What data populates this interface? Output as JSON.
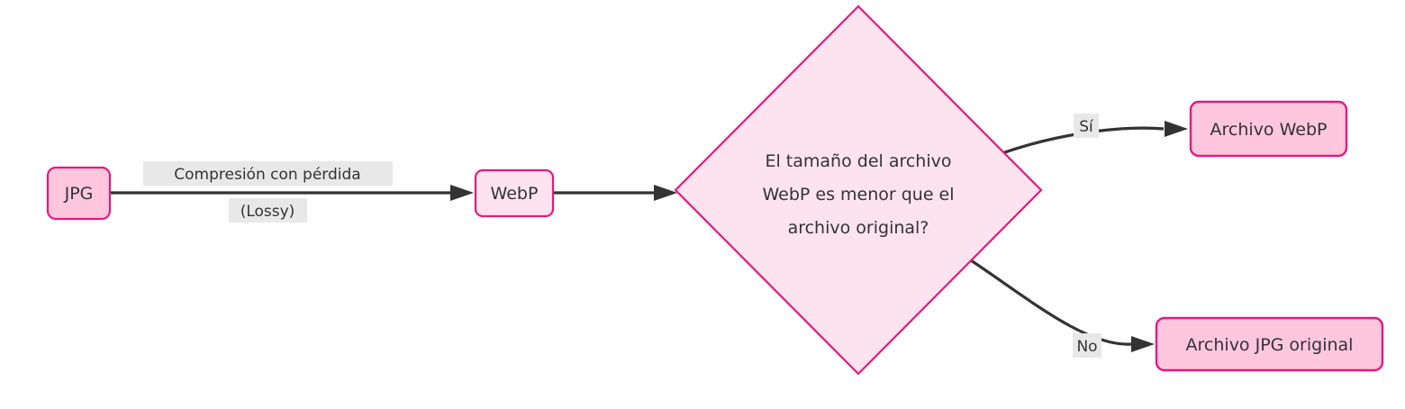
{
  "diagram": {
    "type": "flowchart",
    "direction": "left-to-right",
    "background": "#ffffff",
    "theme": {
      "node_fill_strong": "#ffc7dd",
      "node_fill_soft": "#fde3ed",
      "node_stroke": "#e5197f",
      "edge_stroke": "#333333",
      "text_color": "#333333",
      "label_bg": "#e8e8e8"
    },
    "nodes": [
      {
        "id": "jpg",
        "shape": "rounded-rect",
        "label": "JPG",
        "fill": "#ffc7dd"
      },
      {
        "id": "webp",
        "shape": "rounded-rect",
        "label": "WebP",
        "fill": "#fde3ed"
      },
      {
        "id": "decision",
        "shape": "diamond",
        "fill": "#fde3ed",
        "label_lines": [
          "El tamaño del archivo",
          "WebP es menor que el",
          "archivo original?"
        ]
      },
      {
        "id": "out_webp",
        "shape": "rounded-rect",
        "label": "Archivo WebP",
        "fill": "#ffc7dd"
      },
      {
        "id": "out_jpg",
        "shape": "rounded-rect",
        "label": "Archivo JPG original",
        "fill": "#ffc7dd"
      }
    ],
    "edges": [
      {
        "id": "e1",
        "from": "jpg",
        "to": "webp",
        "label_lines": [
          "Compresión con pérdida",
          "(Lossy)"
        ]
      },
      {
        "id": "e2",
        "from": "webp",
        "to": "decision",
        "label_lines": []
      },
      {
        "id": "e3",
        "from": "decision",
        "to": "out_webp",
        "label_lines": [
          "Sí"
        ]
      },
      {
        "id": "e4",
        "from": "decision",
        "to": "out_jpg",
        "label_lines": [
          "No"
        ]
      }
    ]
  }
}
